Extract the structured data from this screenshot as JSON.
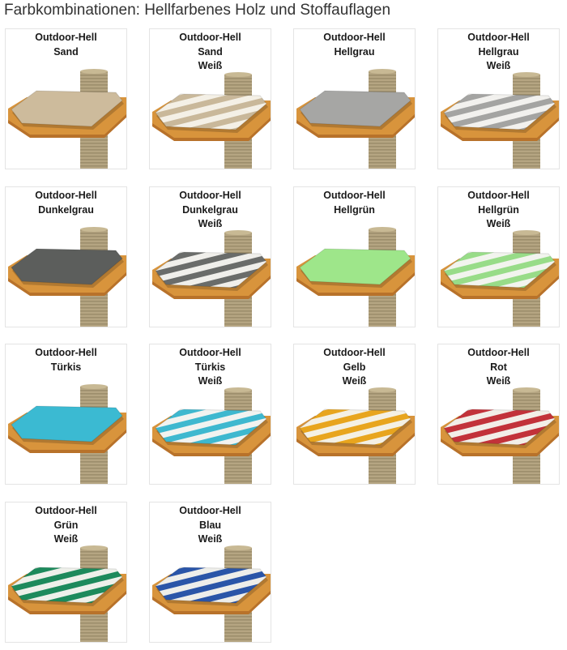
{
  "page": {
    "title": "Farbkombinationen: Hellfarbenes Holz und Stoffauflagen"
  },
  "colors": {
    "wood": "#d8943c",
    "wood_edge": "#b8722a",
    "sisal": "#b5a582",
    "card_border": "#e4e4e4"
  },
  "variants": [
    {
      "lines": [
        "Outdoor-Hell",
        "Sand"
      ],
      "main": "#cdbb9c",
      "stripe": null
    },
    {
      "lines": [
        "Outdoor-Hell",
        "Sand",
        "Weiß"
      ],
      "main": "#f4f0e6",
      "stripe": "#c9b89a"
    },
    {
      "lines": [
        "Outdoor-Hell",
        "Hellgrau"
      ],
      "main": "#a6a6a4",
      "stripe": null
    },
    {
      "lines": [
        "Outdoor-Hell",
        "Hellgrau",
        "Weiß"
      ],
      "main": "#f2f1ee",
      "stripe": "#a4a4a2"
    },
    {
      "lines": [
        "Outdoor-Hell",
        "Dunkelgrau"
      ],
      "main": "#5c5e5c",
      "stripe": null
    },
    {
      "lines": [
        "Outdoor-Hell",
        "Dunkelgrau",
        "Weiß"
      ],
      "main": "#f0efeb",
      "stripe": "#6a6c6a"
    },
    {
      "lines": [
        "Outdoor-Hell",
        "Hellgrün"
      ],
      "main": "#9ee68a",
      "stripe": null
    },
    {
      "lines": [
        "Outdoor-Hell",
        "Hellgrün",
        "Weiß"
      ],
      "main": "#f2f4ee",
      "stripe": "#98dc88"
    },
    {
      "lines": [
        "Outdoor-Hell",
        "Türkis"
      ],
      "main": "#3bbad2",
      "stripe": null
    },
    {
      "lines": [
        "Outdoor-Hell",
        "Türkis",
        "Weiß"
      ],
      "main": "#f2f3f0",
      "stripe": "#3eb8cf"
    },
    {
      "lines": [
        "Outdoor-Hell",
        "Gelb",
        "Weiß"
      ],
      "main": "#f4f0e4",
      "stripe": "#e8a51e"
    },
    {
      "lines": [
        "Outdoor-Hell",
        "Rot",
        "Weiß"
      ],
      "main": "#f2eee8",
      "stripe": "#c2323a"
    },
    {
      "lines": [
        "Outdoor-Hell",
        "Grün",
        "Weiß"
      ],
      "main": "#eef0ea",
      "stripe": "#1d8a5c"
    },
    {
      "lines": [
        "Outdoor-Hell",
        "Blau",
        "Weiß"
      ],
      "main": "#eeeeea",
      "stripe": "#2a55a8"
    }
  ]
}
